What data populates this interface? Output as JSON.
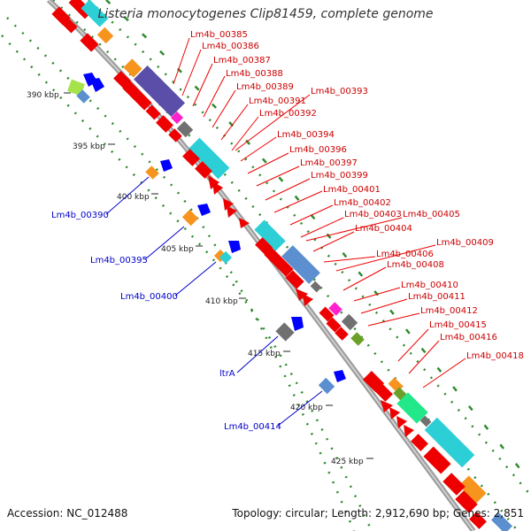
{
  "title": "Listeria monocytogenes Clip81459, complete genome",
  "accession": "Accession: NC_012488",
  "topology": "Topology: circular; Length: 2,912,690 bp; Genes: 2,851",
  "colors": {
    "backbone": "#9e9e9e",
    "gene_red": "#ee0000",
    "gene_cyan": "#2ccfd6",
    "gene_blue": "#0000ff",
    "gene_indigo": "#5a4ea8",
    "gene_orange": "#f7941d",
    "gene_green": "#22e88a",
    "gene_lime": "#a6e34b",
    "gene_gray": "#707070",
    "gene_magenta": "#ff22cc",
    "gc_dot": "#2e8b2e",
    "label_red": "#cc0000",
    "label_blue": "#0000cc"
  },
  "scale_ticks": [
    "390 kbp",
    "395 kbp",
    "400 kbp",
    "405 kbp",
    "410 kbp",
    "415 kbp",
    "420 kbp",
    "425 kbp"
  ],
  "labels_right": [
    "Lm4b_00385",
    "Lm4b_00386",
    "Lm4b_00387",
    "Lm4b_00388",
    "Lm4b_00389",
    "Lm4b_00393",
    "Lm4b_00391",
    "Lm4b_00392",
    "Lm4b_00394",
    "Lm4b_00396",
    "Lm4b_00397",
    "Lm4b_00399",
    "Lm4b_00401",
    "Lm4b_00402",
    "Lm4b_00403",
    "Lm4b_00405",
    "Lm4b_00404",
    "Lm4b_00409",
    "Lm4b_00406",
    "Lm4b_00408",
    "Lm4b_00410",
    "Lm4b_00411",
    "Lm4b_00412",
    "Lm4b_00415",
    "Lm4b_00416",
    "Lm4b_00418"
  ],
  "labels_left": [
    "Lm4b_00390",
    "Lm4b_00395",
    "Lm4b_00400",
    "ltrA",
    "Lm4b_00414"
  ]
}
